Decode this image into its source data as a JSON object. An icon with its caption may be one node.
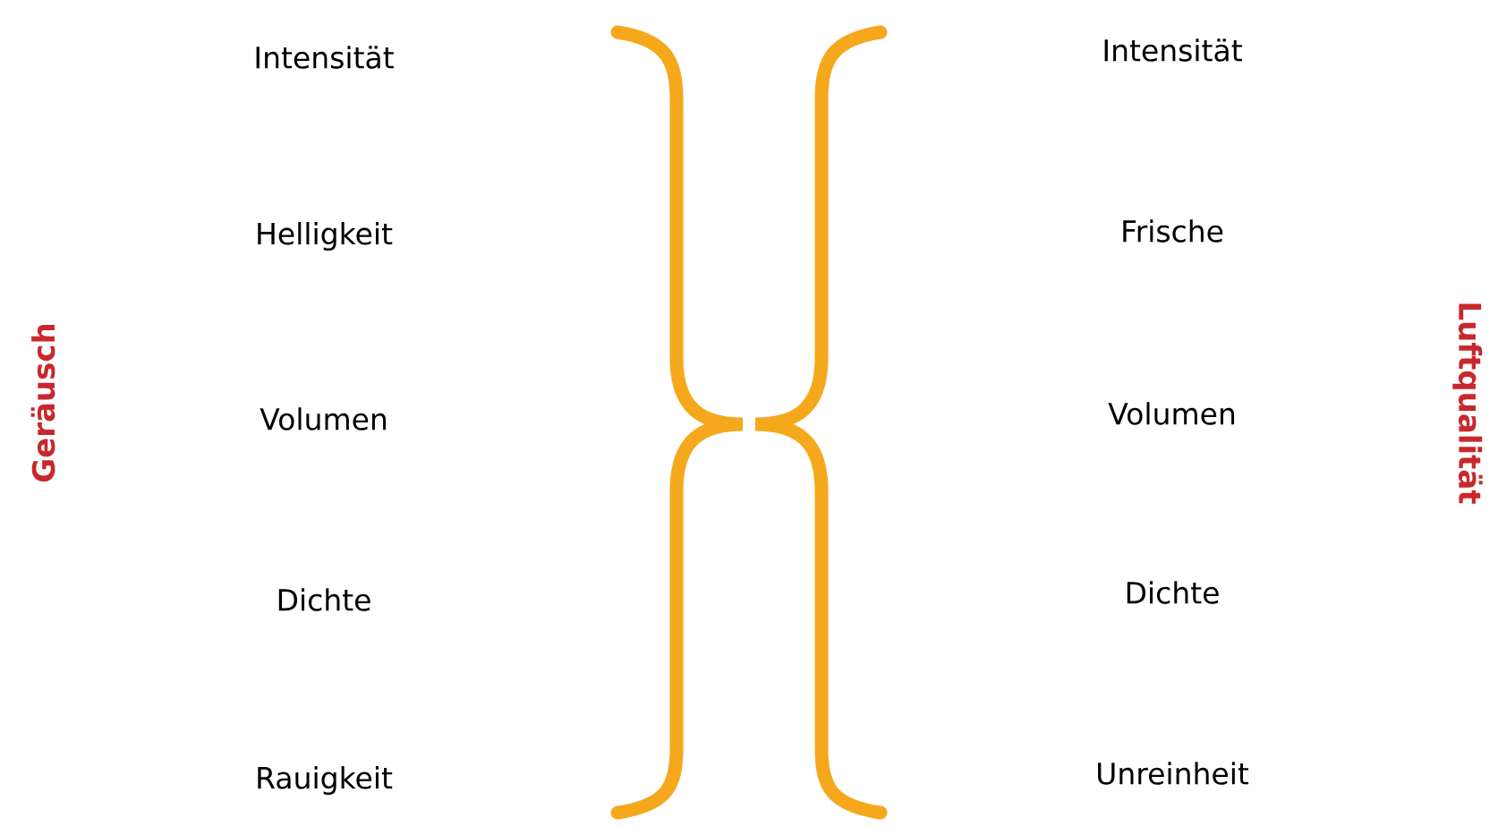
{
  "diagram": {
    "labels": [
      "Geräusch",
      "Intensität",
      "Helligkeit",
      "Volumen",
      "Dichte",
      "Rauigkeit",
      "Intensität",
      "Frische",
      "Volumen",
      "Dichte",
      "Unreinheit",
      "Luftqualität"
    ]
  }
}
